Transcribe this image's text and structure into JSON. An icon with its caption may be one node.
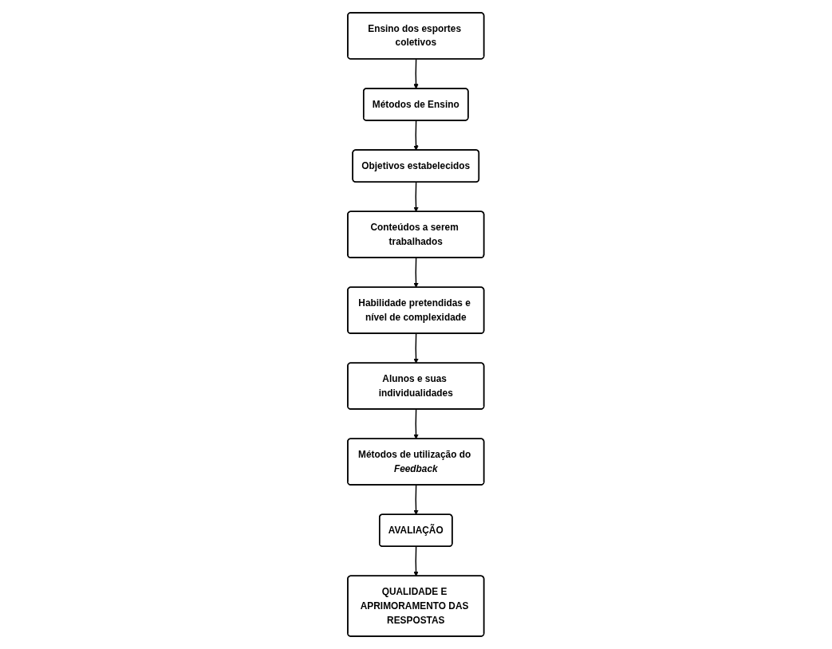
{
  "diagram": {
    "nodes": [
      {
        "text": [
          "Ensino dos esportes coletivos"
        ]
      },
      {
        "text": [
          "Métodos de Ensino"
        ]
      },
      {
        "text": [
          "Objetivos estabelecidos"
        ]
      },
      {
        "text": [
          "Conteúdos a serem trabalhados"
        ]
      },
      {
        "text": [
          "Habilidade pretendidas e nível de complexidade"
        ]
      },
      {
        "text": [
          "Alunos e suas individualidades"
        ]
      },
      {
        "text": [
          "Métodos de utilização do *Feedback*"
        ]
      },
      {
        "text": [
          "AVALIAÇÃO"
        ]
      },
      {
        "text": [
          "QUALIDADE E APRIMORAMENTO DAS RESPOSTAS"
        ]
      }
    ],
    "edges": [
      {
        "from": 0,
        "to": 1,
        "arrow": "to"
      },
      {
        "from": 1,
        "to": 2,
        "arrow": "to"
      },
      {
        "from": 2,
        "to": 3,
        "arrow": "to"
      },
      {
        "from": 3,
        "to": 4,
        "arrow": "to"
      },
      {
        "from": 4,
        "to": 5,
        "arrow": "to"
      },
      {
        "from": 5,
        "to": 6,
        "arrow": "to"
      },
      {
        "from": 6,
        "to": 7,
        "arrow": "to"
      },
      {
        "from": 7,
        "to": 8,
        "arrow": "to"
      }
    ]
  }
}
